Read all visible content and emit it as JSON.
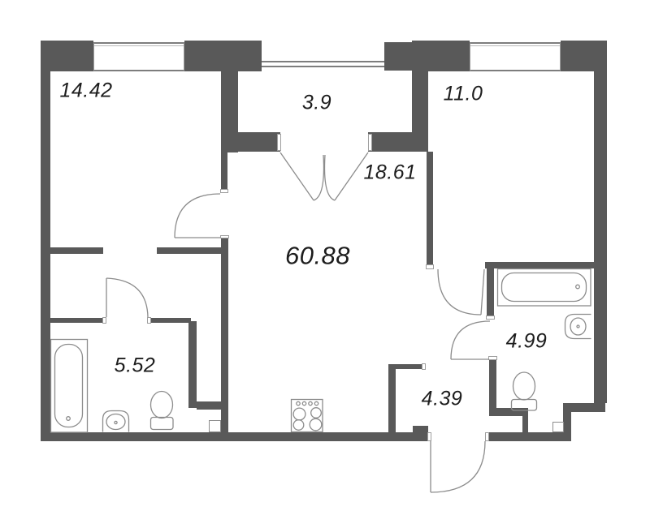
{
  "floorplan": {
    "labels": {
      "bedroom_left": "14.42",
      "balcony": "3.9",
      "bedroom_right": "11.0",
      "kitchen_living": "18.61",
      "total_area": "60.88",
      "bathroom_left": "5.52",
      "bathroom_right": "4.99",
      "hallway": "4.39"
    },
    "colors": {
      "wall": "#595959",
      "fixture_line": "#8c8c8c",
      "text": "#1d1d1d",
      "background": "#ffffff"
    },
    "icons": [
      "bathtub-icon",
      "sink-icon",
      "toilet-icon",
      "stove-icon",
      "door-arc-icon",
      "window-icon"
    ]
  }
}
